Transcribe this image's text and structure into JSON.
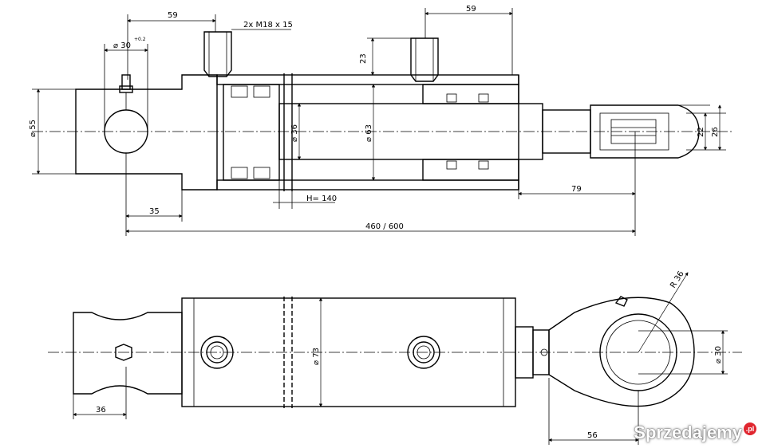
{
  "top_view": {
    "dim_top_left": "59",
    "dim_ports": "2x M18 x 15",
    "dim_top_right": "59",
    "dim_port_height": "23",
    "dim_pin_bore": "30",
    "dim_pin_tol": "+0.2",
    "dim_clevis_height": "55",
    "dim_rod": "36",
    "dim_bore": "63",
    "dim_stroke": "H= 140",
    "dim_pin_offset": "35",
    "dim_rod_extension": "79",
    "dim_total_length": "460 / 600",
    "dim_eye_inner": "22",
    "dim_eye_outer": "26"
  },
  "bottom_view": {
    "dim_radius": "R 36",
    "dim_tube": "73",
    "dim_eye_bore": "30",
    "dim_left": "36",
    "dim_right": "56"
  },
  "watermark": {
    "text": "Sprzedajemy",
    "badge": ".pl"
  }
}
